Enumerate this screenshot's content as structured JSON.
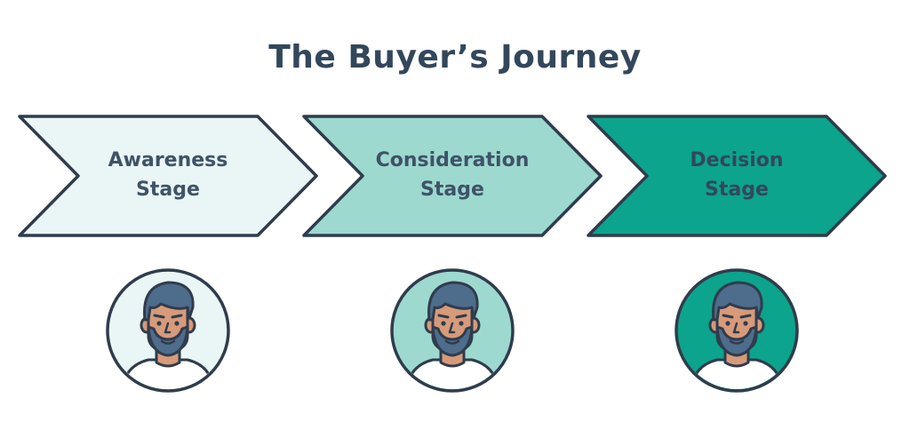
{
  "title": "The Buyer’s Journey",
  "stages": [
    {
      "line1": "Awareness",
      "line2": "Stage",
      "fill": "#eaf5f5",
      "text_color": "#3f5367",
      "avatar_bg": "#eaf5f5"
    },
    {
      "line1": "Consideration",
      "line2": "Stage",
      "fill": "#9dd9cf",
      "text_color": "#3f5367",
      "avatar_bg": "#9dd9cf"
    },
    {
      "line1": "Decision",
      "line2": "Stage",
      "fill": "#0ca48c",
      "text_color": "#33475b",
      "avatar_bg": "#0ca48c"
    }
  ],
  "colors": {
    "outline": "#2f3c4c",
    "hair": "#4e6c8c",
    "skin": "#d79a7a",
    "shirt": "#ffffff"
  },
  "icons": {
    "avatar": "bearded-man-avatar-icon"
  }
}
